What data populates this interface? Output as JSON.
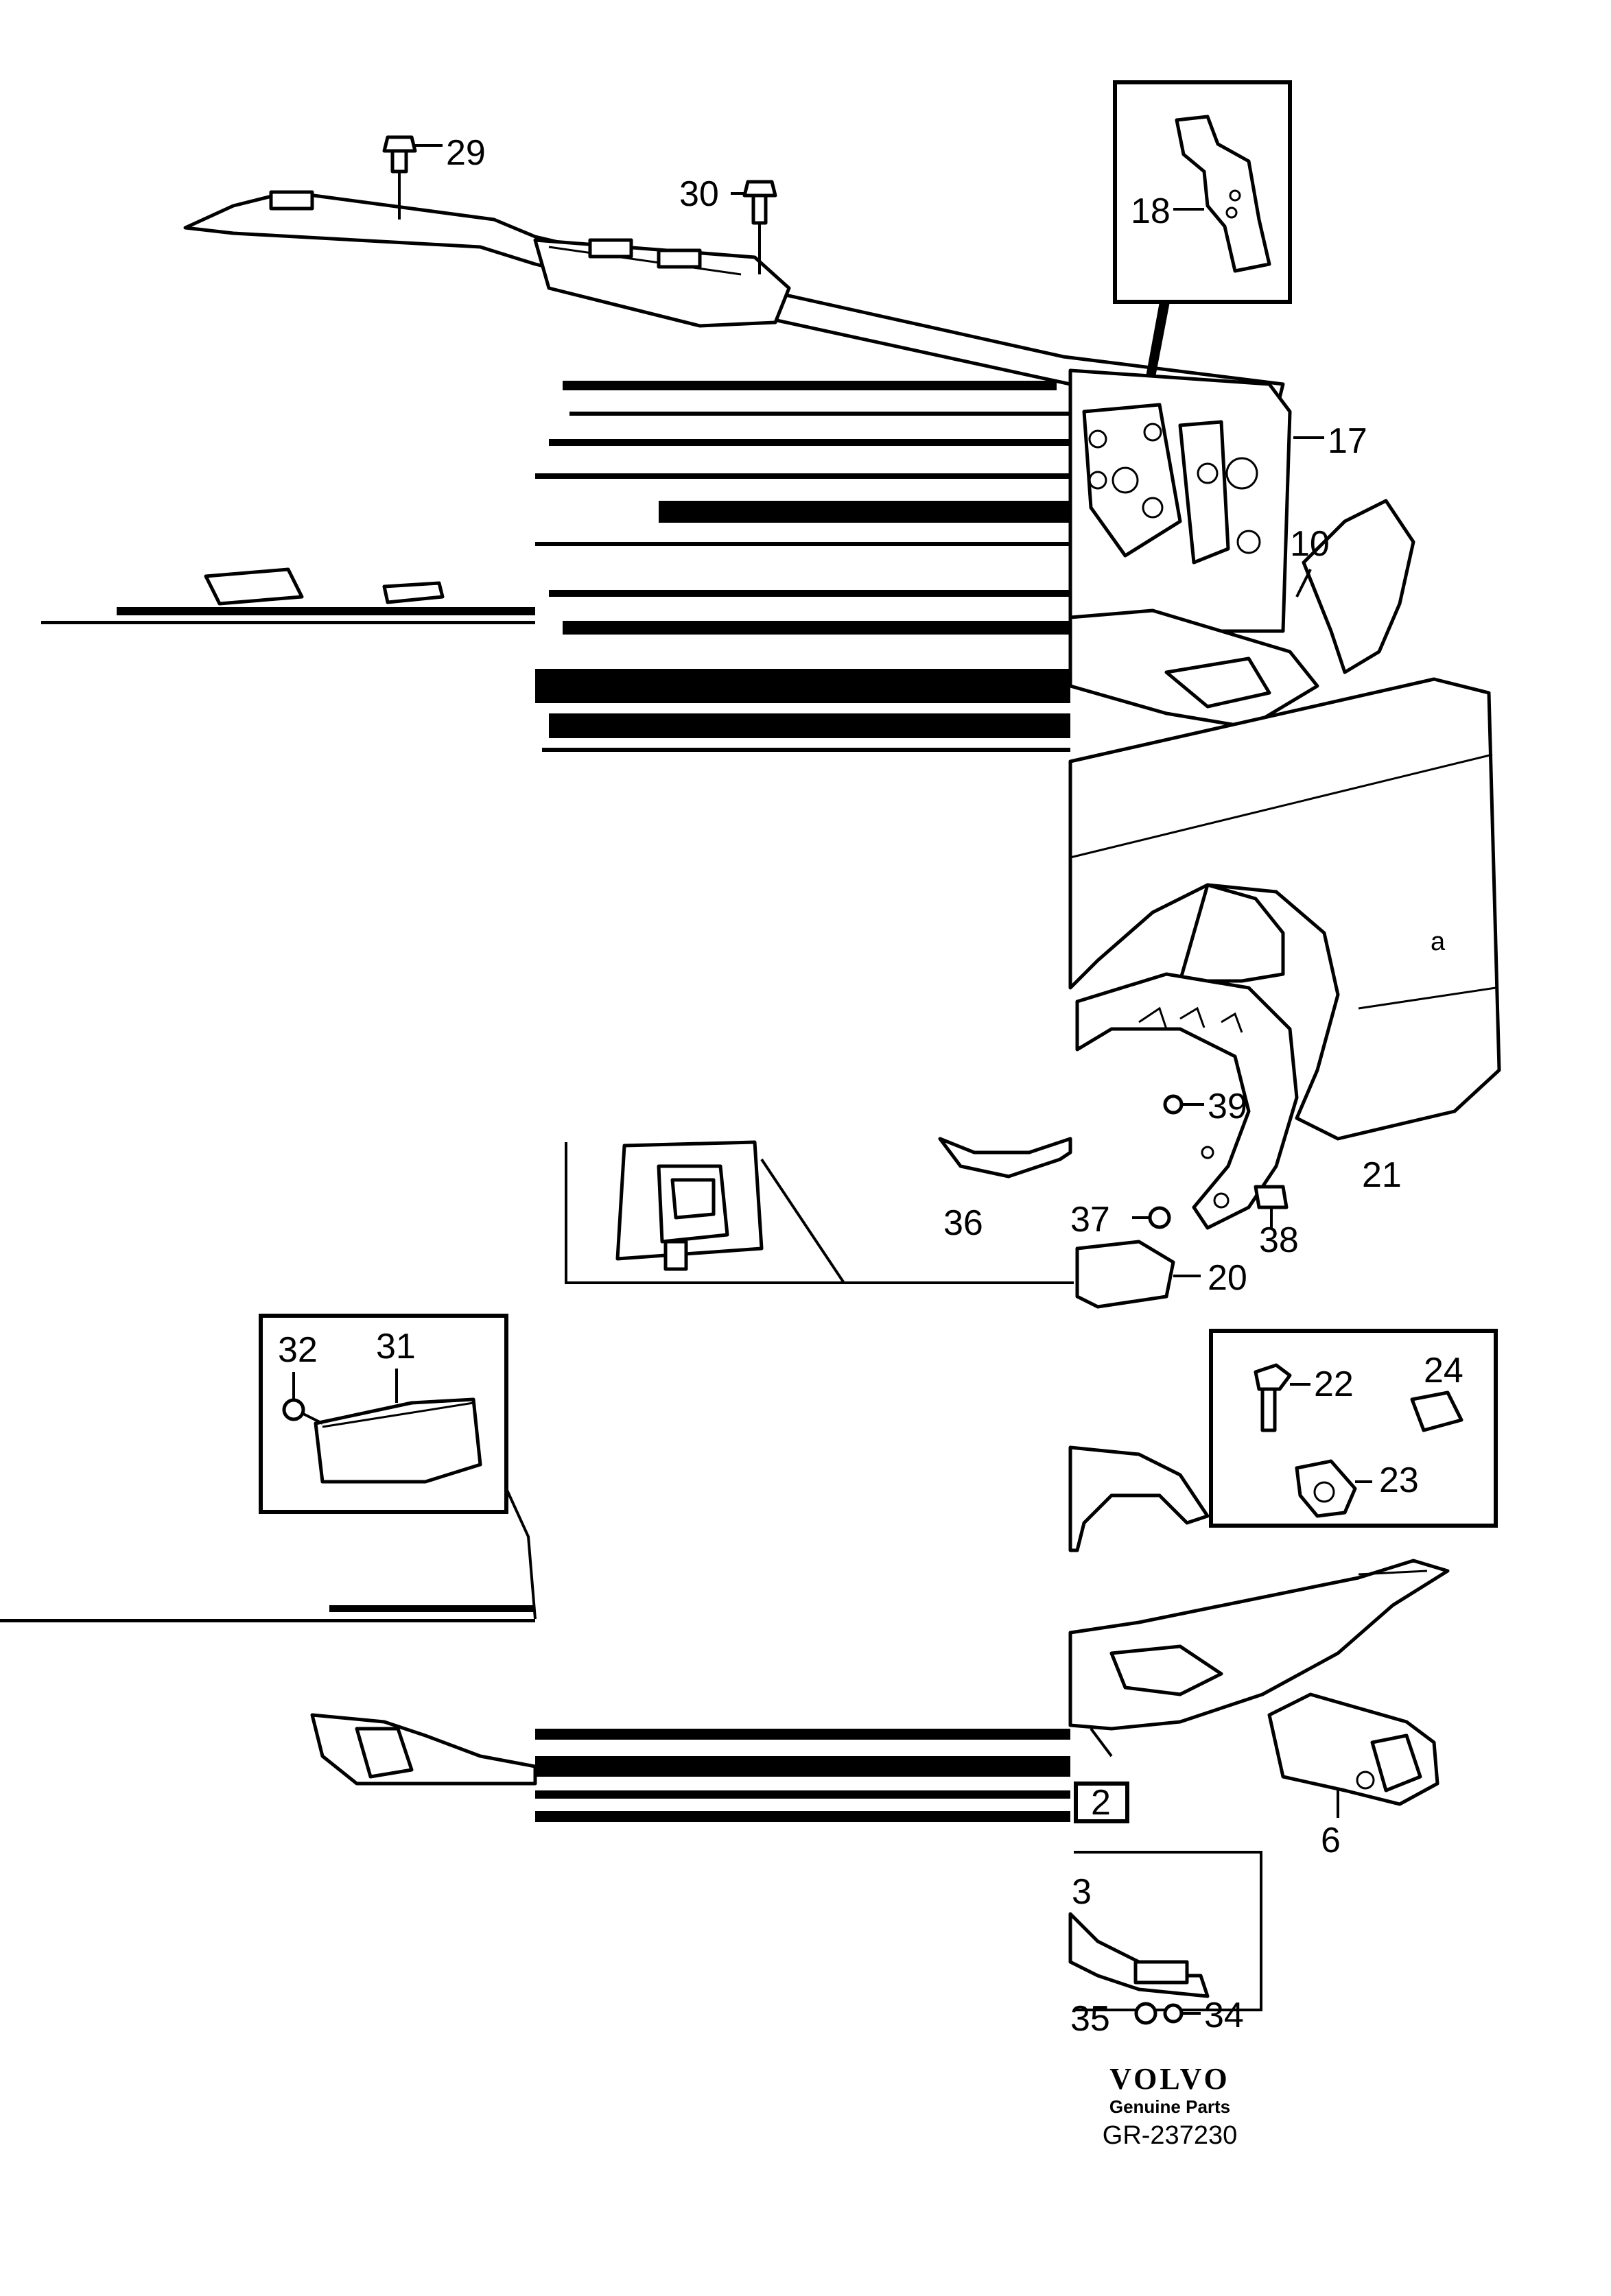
{
  "callouts": [
    "29",
    "30",
    "18",
    "17",
    "10",
    "21",
    "39",
    "36",
    "37",
    "38",
    "20",
    "32",
    "31",
    "22",
    "24",
    "23",
    "2",
    "6",
    "3",
    "35",
    "34"
  ],
  "footer": {
    "brand": "VOLVO",
    "subtitle": "Genuine Parts",
    "ref": "GR-237230"
  }
}
